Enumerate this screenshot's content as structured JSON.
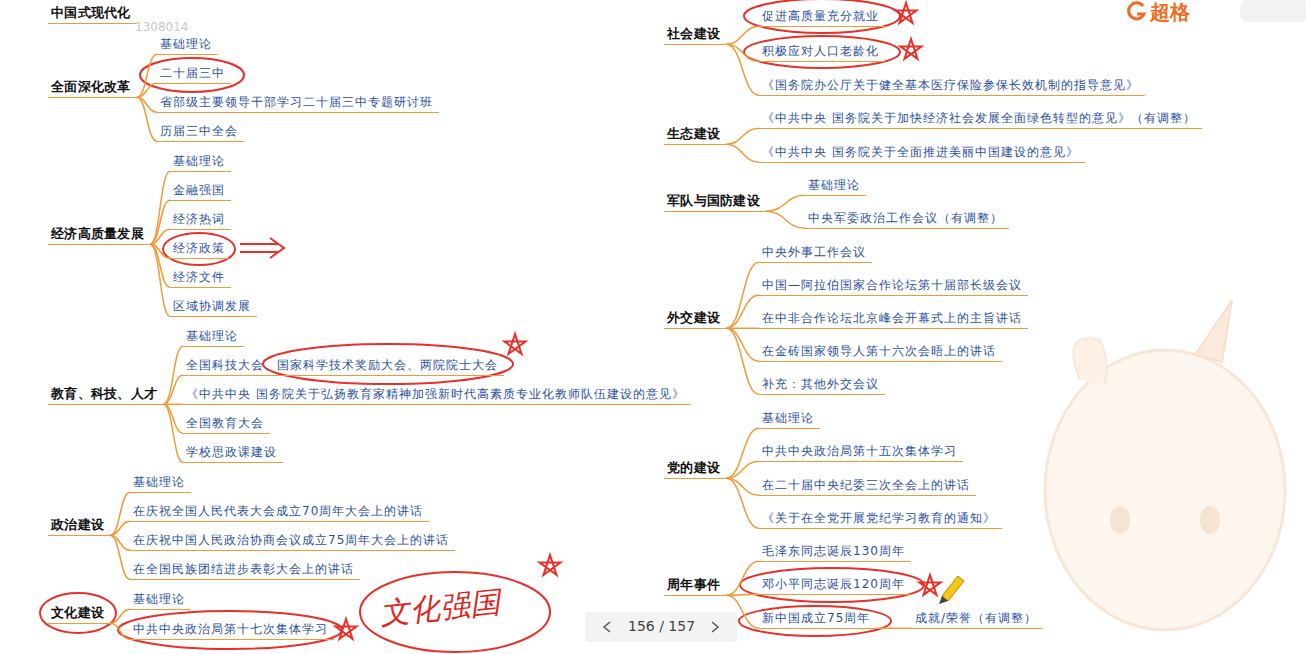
{
  "diagram": {
    "nodes": [
      {
        "text": [
          "中国式现代化"
        ]
      },
      {
        "text": [
          "全面深化改革"
        ]
      },
      {
        "text": [
          "基础理论"
        ]
      },
      {
        "text": [
          "二十届三中"
        ]
      },
      {
        "text": [
          "省部级主要领导干部学习二十届三中专题研讨班"
        ]
      },
      {
        "text": [
          "历届三中全会"
        ]
      },
      {
        "text": [
          "经济高质量发展"
        ]
      },
      {
        "text": [
          "基础理论"
        ]
      },
      {
        "text": [
          "金融强国"
        ]
      },
      {
        "text": [
          "经济热词"
        ]
      },
      {
        "text": [
          "经济政策"
        ]
      },
      {
        "text": [
          "经济文件"
        ]
      },
      {
        "text": [
          "区域协调发展"
        ]
      },
      {
        "text": [
          "教育、科技、人才"
        ]
      },
      {
        "text": [
          "基础理论"
        ]
      },
      {
        "text": [
          "全国科技大会、国家科学技术奖励大会、两院院士大会"
        ]
      },
      {
        "text": [
          "《中共中央 国务院关于弘扬教育家精神加强新时代高素质专业化教师队伍建设的意见》"
        ]
      },
      {
        "text": [
          "全国教育大会"
        ]
      },
      {
        "text": [
          "学校思政课建设"
        ]
      },
      {
        "text": [
          "政治建设"
        ]
      },
      {
        "text": [
          "基础理论"
        ]
      },
      {
        "text": [
          "在庆祝全国人民代表大会成立70周年大会上的讲话"
        ]
      },
      {
        "text": [
          "在庆祝中国人民政治协商会议成立75周年大会上的讲话"
        ]
      },
      {
        "text": [
          "在全国民族团结进步表彰大会上的讲话"
        ]
      },
      {
        "text": [
          "文化建设"
        ]
      },
      {
        "text": [
          "基础理论"
        ]
      },
      {
        "text": [
          "中共中央政治局第十七次集体学习"
        ]
      },
      {
        "text": [
          "社会建设"
        ]
      },
      {
        "text": [
          "促进高质量充分就业"
        ]
      },
      {
        "text": [
          "积极应对人口老龄化"
        ]
      },
      {
        "text": [
          "《国务院办公厅关于健全基本医疗保险参保长效机制的指导意见》"
        ]
      },
      {
        "text": [
          "生态建设"
        ]
      },
      {
        "text": [
          "《中共中央 国务院关于加快经济社会发展全面绿色转型的意见》（有调整）"
        ]
      },
      {
        "text": [
          "《中共中央 国务院关于全面推进美丽中国建设的意见》"
        ]
      },
      {
        "text": [
          "军队与国防建设"
        ]
      },
      {
        "text": [
          "基础理论"
        ]
      },
      {
        "text": [
          "中央军委政治工作会议（有调整）"
        ]
      },
      {
        "text": [
          "外交建设"
        ]
      },
      {
        "text": [
          "中央外事工作会议"
        ]
      },
      {
        "text": [
          "中国—阿拉伯国家合作论坛第十届部长级会议"
        ]
      },
      {
        "text": [
          "在中非合作论坛北京峰会开幕式上的主旨讲话"
        ]
      },
      {
        "text": [
          "在金砖国家领导人第十六次会晤上的讲话"
        ]
      },
      {
        "text": [
          "补充：其他外交会议"
        ]
      },
      {
        "text": [
          "党的建设"
        ]
      },
      {
        "text": [
          "基础理论"
        ]
      },
      {
        "text": [
          "中共中央政治局第十五次集体学习"
        ]
      },
      {
        "text": [
          "在二十届中央纪委三次全会上的讲话"
        ]
      },
      {
        "text": [
          "《关于在全党开展党纪学习教育的通知》"
        ]
      },
      {
        "text": [
          "周年事件"
        ]
      },
      {
        "text": [
          "毛泽东同志诞辰130周年"
        ]
      },
      {
        "text": [
          "邓小平同志诞辰120周年"
        ]
      },
      {
        "text": [
          "新中国成立75周年"
        ]
      },
      {
        "text": [
          "成就/荣誉（有调整）"
        ]
      }
    ],
    "edges": [
      {
        "from": 1,
        "to": 2,
        "arrow": "none"
      },
      {
        "from": 1,
        "to": 3,
        "arrow": "none"
      },
      {
        "from": 1,
        "to": 4,
        "arrow": "none"
      },
      {
        "from": 1,
        "to": 5,
        "arrow": "none"
      },
      {
        "from": 6,
        "to": 7,
        "arrow": "none"
      },
      {
        "from": 6,
        "to": 8,
        "arrow": "none"
      },
      {
        "from": 6,
        "to": 9,
        "arrow": "none"
      },
      {
        "from": 6,
        "to": 10,
        "arrow": "none"
      },
      {
        "from": 6,
        "to": 11,
        "arrow": "none"
      },
      {
        "from": 6,
        "to": 12,
        "arrow": "none"
      },
      {
        "from": 13,
        "to": 14,
        "arrow": "none"
      },
      {
        "from": 13,
        "to": 15,
        "arrow": "none"
      },
      {
        "from": 13,
        "to": 16,
        "arrow": "none"
      },
      {
        "from": 13,
        "to": 17,
        "arrow": "none"
      },
      {
        "from": 13,
        "to": 18,
        "arrow": "none"
      },
      {
        "from": 19,
        "to": 20,
        "arrow": "none"
      },
      {
        "from": 19,
        "to": 21,
        "arrow": "none"
      },
      {
        "from": 19,
        "to": 22,
        "arrow": "none"
      },
      {
        "from": 19,
        "to": 23,
        "arrow": "none"
      },
      {
        "from": 24,
        "to": 25,
        "arrow": "none"
      },
      {
        "from": 24,
        "to": 26,
        "arrow": "none"
      },
      {
        "from": 27,
        "to": 28,
        "arrow": "none"
      },
      {
        "from": 27,
        "to": 29,
        "arrow": "none"
      },
      {
        "from": 27,
        "to": 30,
        "arrow": "none"
      },
      {
        "from": 31,
        "to": 32,
        "arrow": "none"
      },
      {
        "from": 31,
        "to": 33,
        "arrow": "none"
      },
      {
        "from": 34,
        "to": 35,
        "arrow": "none"
      },
      {
        "from": 34,
        "to": 36,
        "arrow": "none"
      },
      {
        "from": 37,
        "to": 38,
        "arrow": "none"
      },
      {
        "from": 37,
        "to": 39,
        "arrow": "none"
      },
      {
        "from": 37,
        "to": 40,
        "arrow": "none"
      },
      {
        "from": 37,
        "to": 41,
        "arrow": "none"
      },
      {
        "from": 37,
        "to": 42,
        "arrow": "none"
      },
      {
        "from": 43,
        "to": 44,
        "arrow": "none"
      },
      {
        "from": 43,
        "to": 45,
        "arrow": "none"
      },
      {
        "from": 43,
        "to": 46,
        "arrow": "none"
      },
      {
        "from": 43,
        "to": 47,
        "arrow": "none"
      },
      {
        "from": 48,
        "to": 49,
        "arrow": "none"
      },
      {
        "from": 48,
        "to": 50,
        "arrow": "none"
      },
      {
        "from": 48,
        "to": 51,
        "arrow": "none"
      },
      {
        "from": 51,
        "to": 52,
        "arrow": "none"
      }
    ],
    "labels": [
      "1308014",
      "超格",
      "156 / 157",
      "文化强国"
    ]
  }
}
